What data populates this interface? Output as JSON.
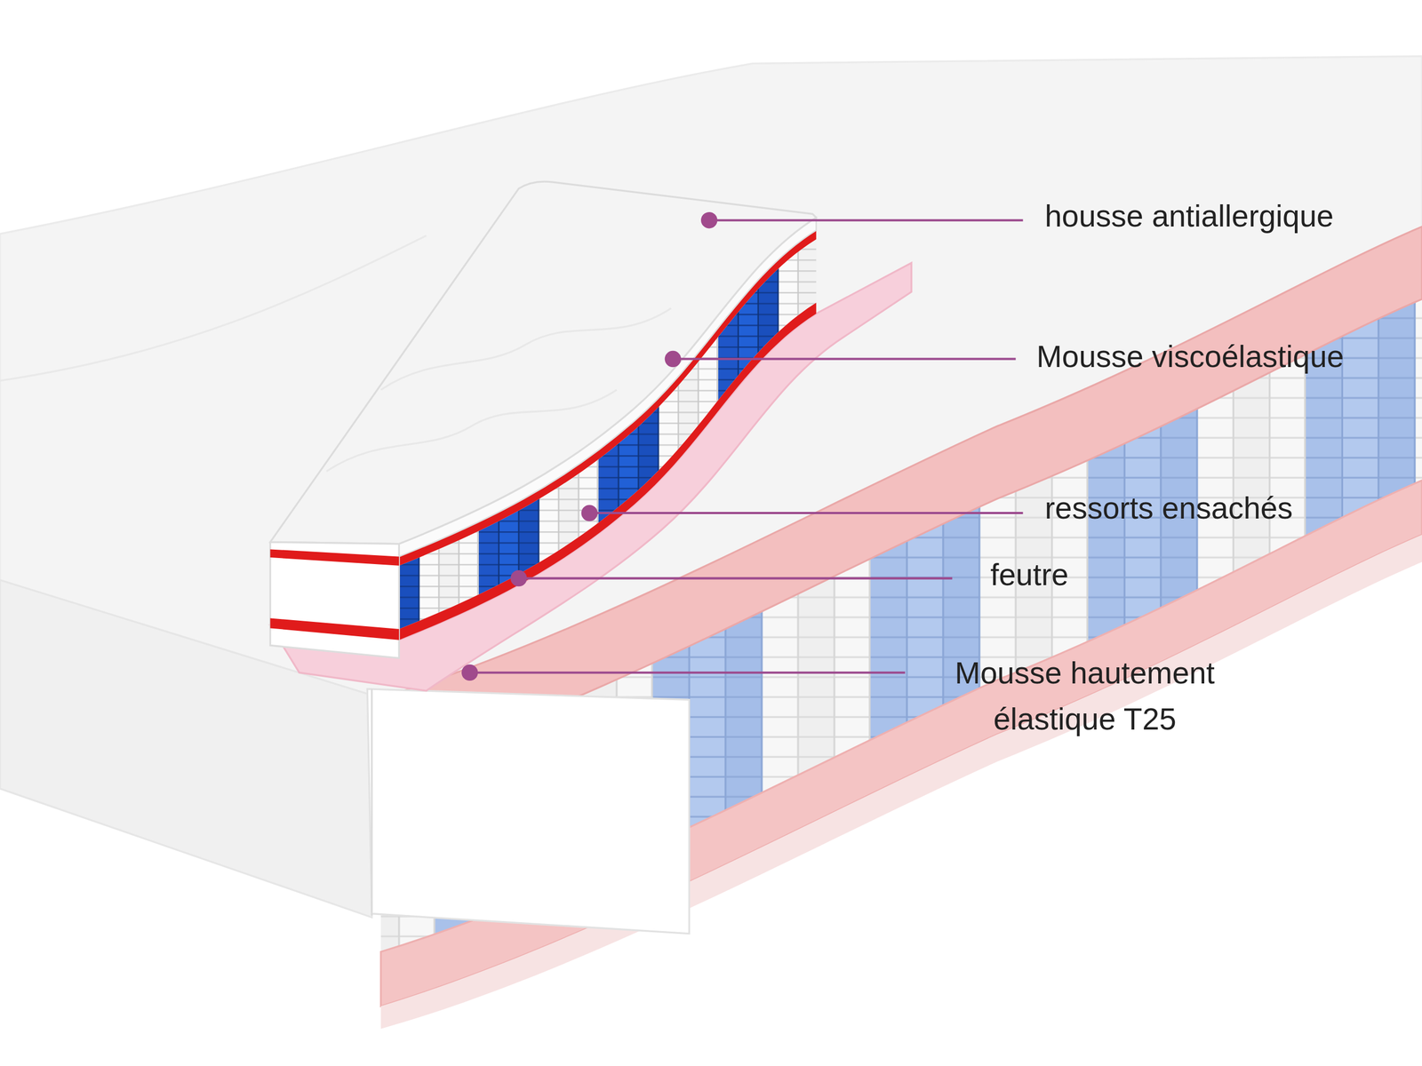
{
  "diagram": {
    "labels": [
      "housse antiallergique",
      "Mousse viscoélastique",
      "ressorts ensachés",
      "feutre",
      "Mousse hautement élastique T25"
    ]
  }
}
